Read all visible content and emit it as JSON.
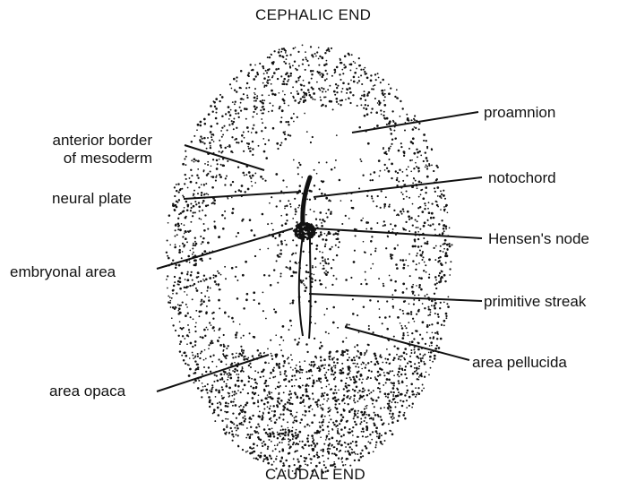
{
  "orientation": {
    "top": "CEPHALIC END",
    "bottom": "CAUDAL END"
  },
  "labels": {
    "anterior_border_line1": "anterior border",
    "anterior_border_line2": "of mesoderm",
    "neural_plate": "neural plate",
    "embryonal_area": "embryonal area",
    "area_opaca": "area opaca",
    "proamnion": "proamnion",
    "notochord": "notochord",
    "hensens_node": "Hensen's node",
    "primitive_streak": "primitive streak",
    "area_pellucida": "area pellucida"
  },
  "colors": {
    "ink": "#111111",
    "background": "#ffffff"
  }
}
